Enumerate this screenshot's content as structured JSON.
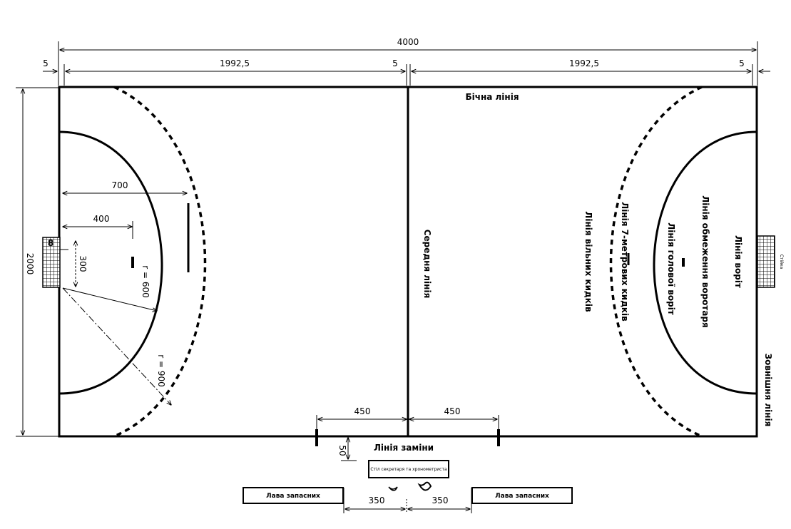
{
  "dimensions": {
    "total_length": "4000",
    "half_length_left": "1992,5",
    "half_length_right": "1992,5",
    "line_left": "5",
    "line_center": "5",
    "line_right": "5",
    "width": "2000",
    "dist_700": "700",
    "dist_400": "400",
    "dist_300": "300",
    "goal_width": "8",
    "radius_600": "r = 600",
    "radius_900": "r = 900",
    "sub_zone_left": "450",
    "sub_zone_right": "450",
    "sub_depth": "50",
    "bench_left": "350",
    "bench_right": "350"
  },
  "labels": {
    "side_line": "Бічна лінія",
    "center_line": "Середня лінія",
    "free_throw_line": "Лінія вільних кидків",
    "seven_meter_line": "Лінія 7-метрових кидків",
    "goalkeeper_limit_line": "Лінія обмеження воротаря",
    "goal_area_line": "Лінія голової воріт",
    "goal_line": "Лінія воріт",
    "outer_goal_line": "Зовнішня лінія",
    "goal_post_note": "Стійка",
    "substitution_line": "Лінія заміни",
    "timekeeper_table": "Стіл секретаря та хронометриста",
    "bench_left": "Лава запасних",
    "bench_right": "Лава запасних"
  }
}
